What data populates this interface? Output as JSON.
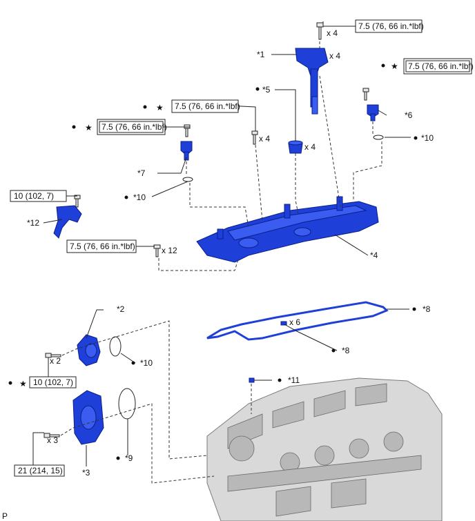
{
  "callouts": {
    "c1": "*1",
    "c2": "*2",
    "c3": "*3",
    "c4": "*4",
    "c5": "*5",
    "c6": "*6",
    "c7": "*7",
    "c8a": "*8",
    "c8b": "*8",
    "c9": "*9",
    "c10a": "*10",
    "c10b": "*10",
    "c10c": "*10",
    "c11": "*11",
    "c12": "*12"
  },
  "quantities": {
    "q_bolt_coil": "x 4",
    "q_coil": "x 4",
    "q_plug_seal": "x 4",
    "q_bolt_cover": "x 4",
    "q_cover_bolts": "x 12",
    "q_gasket_bolts": "x 6",
    "q_bolt_2": "x 2",
    "q_bolt_3": "x 3"
  },
  "torques": {
    "t_coil": "7.5 (76, 66 in.*lbf)",
    "t_sensor6": "7.5 (76, 66 in.*lbf)",
    "t_cover_top": "7.5 (76, 66 in.*lbf)",
    "t_sensor7": "7.5 (76, 66 in.*lbf)",
    "t_bracket": "10 (102, 7)",
    "t_cover": "7.5 (76, 66 in.*lbf)",
    "t_part2": "10 (102, 7)",
    "t_part3": "21 (214, 15)"
  },
  "symbols": {
    "star": "★",
    "bullet": "●"
  },
  "footer": {
    "code": "P"
  }
}
